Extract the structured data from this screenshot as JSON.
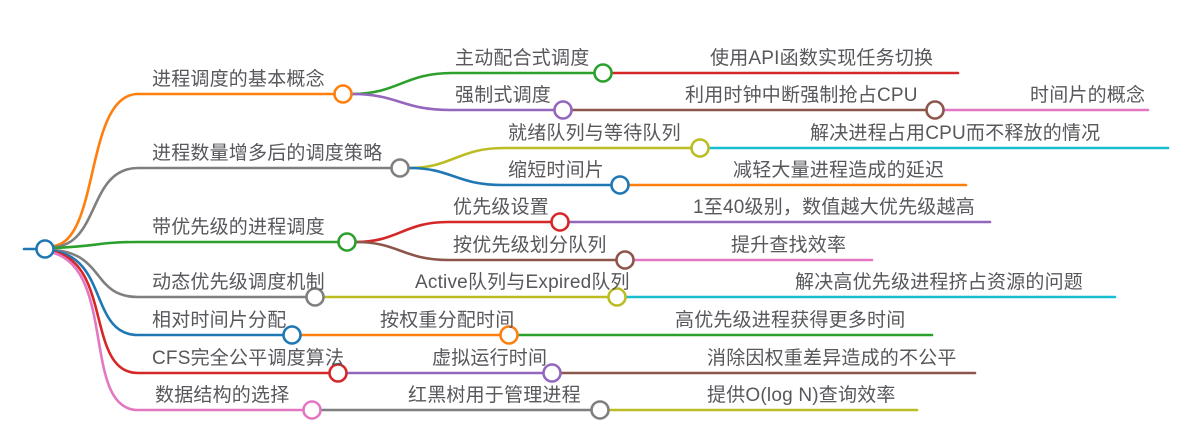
{
  "mindmap": {
    "root": {
      "color": "#1f77b4"
    },
    "nodes": {
      "b1": {
        "label": "进程调度的基本概念",
        "color": "#ff7f0e"
      },
      "b1_1": {
        "label": "主动配合式调度",
        "color": "#2ca02c"
      },
      "b1_1_1": {
        "label": "使用API函数实现任务切换",
        "color": "#d62728"
      },
      "b1_2": {
        "label": "强制式调度",
        "color": "#9467bd"
      },
      "b1_2_1": {
        "label": "利用时钟中断强制抢占CPU",
        "color": "#8c564b"
      },
      "b1_2_1_1": {
        "label": "时间片的概念",
        "color": "#e377c2"
      },
      "b2": {
        "label": "进程数量增多后的调度策略",
        "color": "#7f7f7f"
      },
      "b2_1": {
        "label": "就绪队列与等待队列",
        "color": "#bcbd22"
      },
      "b2_1_1": {
        "label": "解决进程占用CPU而不释放的情况",
        "color": "#17becf"
      },
      "b2_2": {
        "label": "缩短时间片",
        "color": "#1f77b4"
      },
      "b2_2_1": {
        "label": "减轻大量进程造成的延迟",
        "color": "#ff7f0e"
      },
      "b3": {
        "label": "带优先级的进程调度",
        "color": "#2ca02c"
      },
      "b3_1": {
        "label": "优先级设置",
        "color": "#d62728"
      },
      "b3_1_1": {
        "label": "1至40级别，数值越大优先级越高",
        "color": "#9467bd"
      },
      "b3_2": {
        "label": "按优先级划分队列",
        "color": "#8c564b"
      },
      "b3_2_1": {
        "label": "提升查找效率",
        "color": "#e377c2"
      },
      "b4": {
        "label": "动态优先级调度机制",
        "color": "#7f7f7f"
      },
      "b4_1": {
        "label": "Active队列与Expired队列",
        "color": "#bcbd22"
      },
      "b4_1_1": {
        "label": "解决高优先级进程挤占资源的问题",
        "color": "#17becf"
      },
      "b5": {
        "label": "相对时间片分配",
        "color": "#1f77b4"
      },
      "b5_1": {
        "label": "按权重分配时间",
        "color": "#ff7f0e"
      },
      "b5_1_1": {
        "label": "高优先级进程获得更多时间",
        "color": "#2ca02c"
      },
      "b6": {
        "label": "CFS完全公平调度算法",
        "color": "#d62728"
      },
      "b6_1": {
        "label": "虚拟运行时间",
        "color": "#9467bd"
      },
      "b6_1_1": {
        "label": "消除因权重差异造成的不公平",
        "color": "#8c564b"
      },
      "b7": {
        "label": "数据结构的选择",
        "color": "#e377c2"
      },
      "b7_1": {
        "label": "红黑树用于管理进程",
        "color": "#7f7f7f"
      },
      "b7_1_1": {
        "label": "提供O(log N)查询效率",
        "color": "#bcbd22"
      }
    }
  }
}
